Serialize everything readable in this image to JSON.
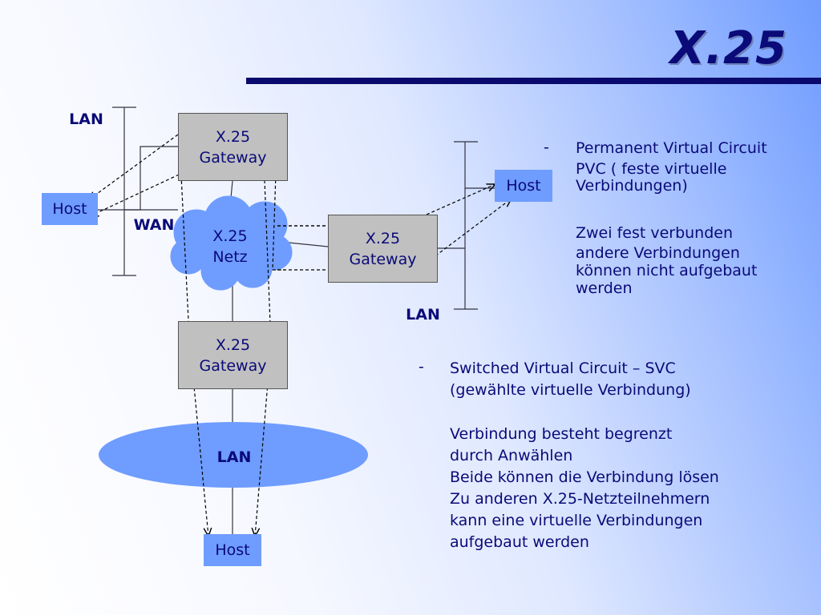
{
  "title": "X.25",
  "diagram": {
    "lan_top_left": "LAN",
    "wan": "WAN",
    "lan_right": "LAN",
    "lan_bottom": "LAN",
    "host_left": "Host",
    "host_right": "Host",
    "host_bottom": "Host",
    "gateway_top": [
      "X.25",
      "Gateway"
    ],
    "gateway_right": [
      "X.25",
      "Gateway"
    ],
    "gateway_bottom": [
      "X.25",
      "Gateway"
    ],
    "netz": [
      "X.25",
      "Netz"
    ]
  },
  "pvc": {
    "bullet": "-",
    "lines": [
      "Permanent Virtual Circuit",
      "PVC ( feste virtuelle",
      "Verbindungen)"
    ],
    "desc": [
      "Zwei fest verbunden",
      "andere Verbindungen",
      "können nicht aufgebaut",
      "werden"
    ]
  },
  "svc": {
    "bullet": "-",
    "lines": [
      "Switched Virtual Circuit – SVC",
      "(gewählte virtuelle Verbindung)"
    ],
    "desc": [
      "Verbindung besteht begrenzt",
      "durch Anwählen",
      "Beide können die Verbindung lösen",
      "Zu anderen  X.25-Netzteilnehmern",
      "kann eine virtuelle Verbindungen",
      "aufgebaut werden"
    ]
  }
}
